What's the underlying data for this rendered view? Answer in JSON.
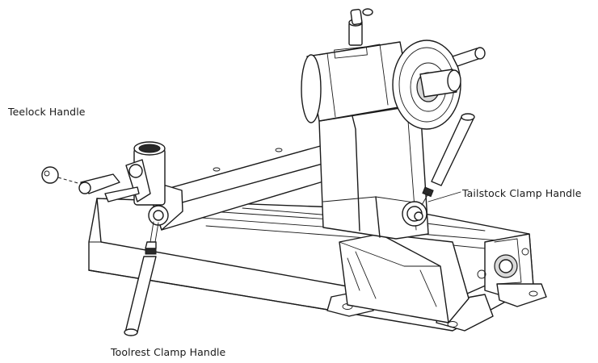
{
  "labels": {
    "teelock_handle": "Teelock Handle",
    "tailstock_clamp_handle": "Tailstock Clamp Handle",
    "toolrest_clamp_handle": "Toolrest Clamp Handle"
  },
  "colors": {
    "line": "#1a1a1a",
    "background": "#ffffff",
    "shade": "#d9d9d9"
  }
}
